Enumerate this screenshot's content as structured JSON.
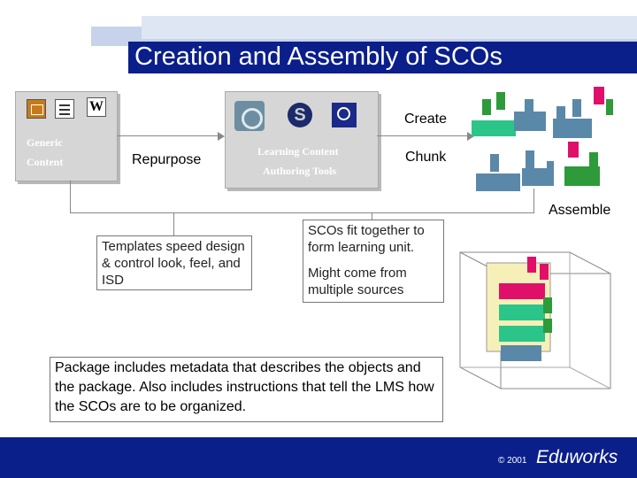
{
  "header": {
    "title": "Creation and Assembly of SCOs"
  },
  "left_panel": {
    "label_line1": "Generic",
    "label_line2": "Content"
  },
  "center_panel": {
    "label_line1": "Learning Content",
    "label_line2": "Authoring Tools"
  },
  "labels": {
    "repurpose": "Repurpose",
    "create": "Create",
    "chunk": "Chunk",
    "assemble": "Assemble"
  },
  "templates_box": {
    "text": "Templates speed design & control look, feel, and ISD"
  },
  "scos_box": {
    "line1": "SCOs fit together to form learning unit.",
    "line2": "Might come from multiple sources"
  },
  "package_box": {
    "text": "Package includes metadata that describes the objects and the package. Also includes instructions that tell the LMS how the SCOs are to be organized."
  },
  "footer": {
    "copyright": "© 2001",
    "brand": "Eduworks"
  },
  "colors": {
    "header_bar": "#0a1f8a",
    "teal": "#2bc58a",
    "blue_gray": "#5a88a8",
    "magenta": "#e0106a",
    "green": "#2e9a3a"
  }
}
